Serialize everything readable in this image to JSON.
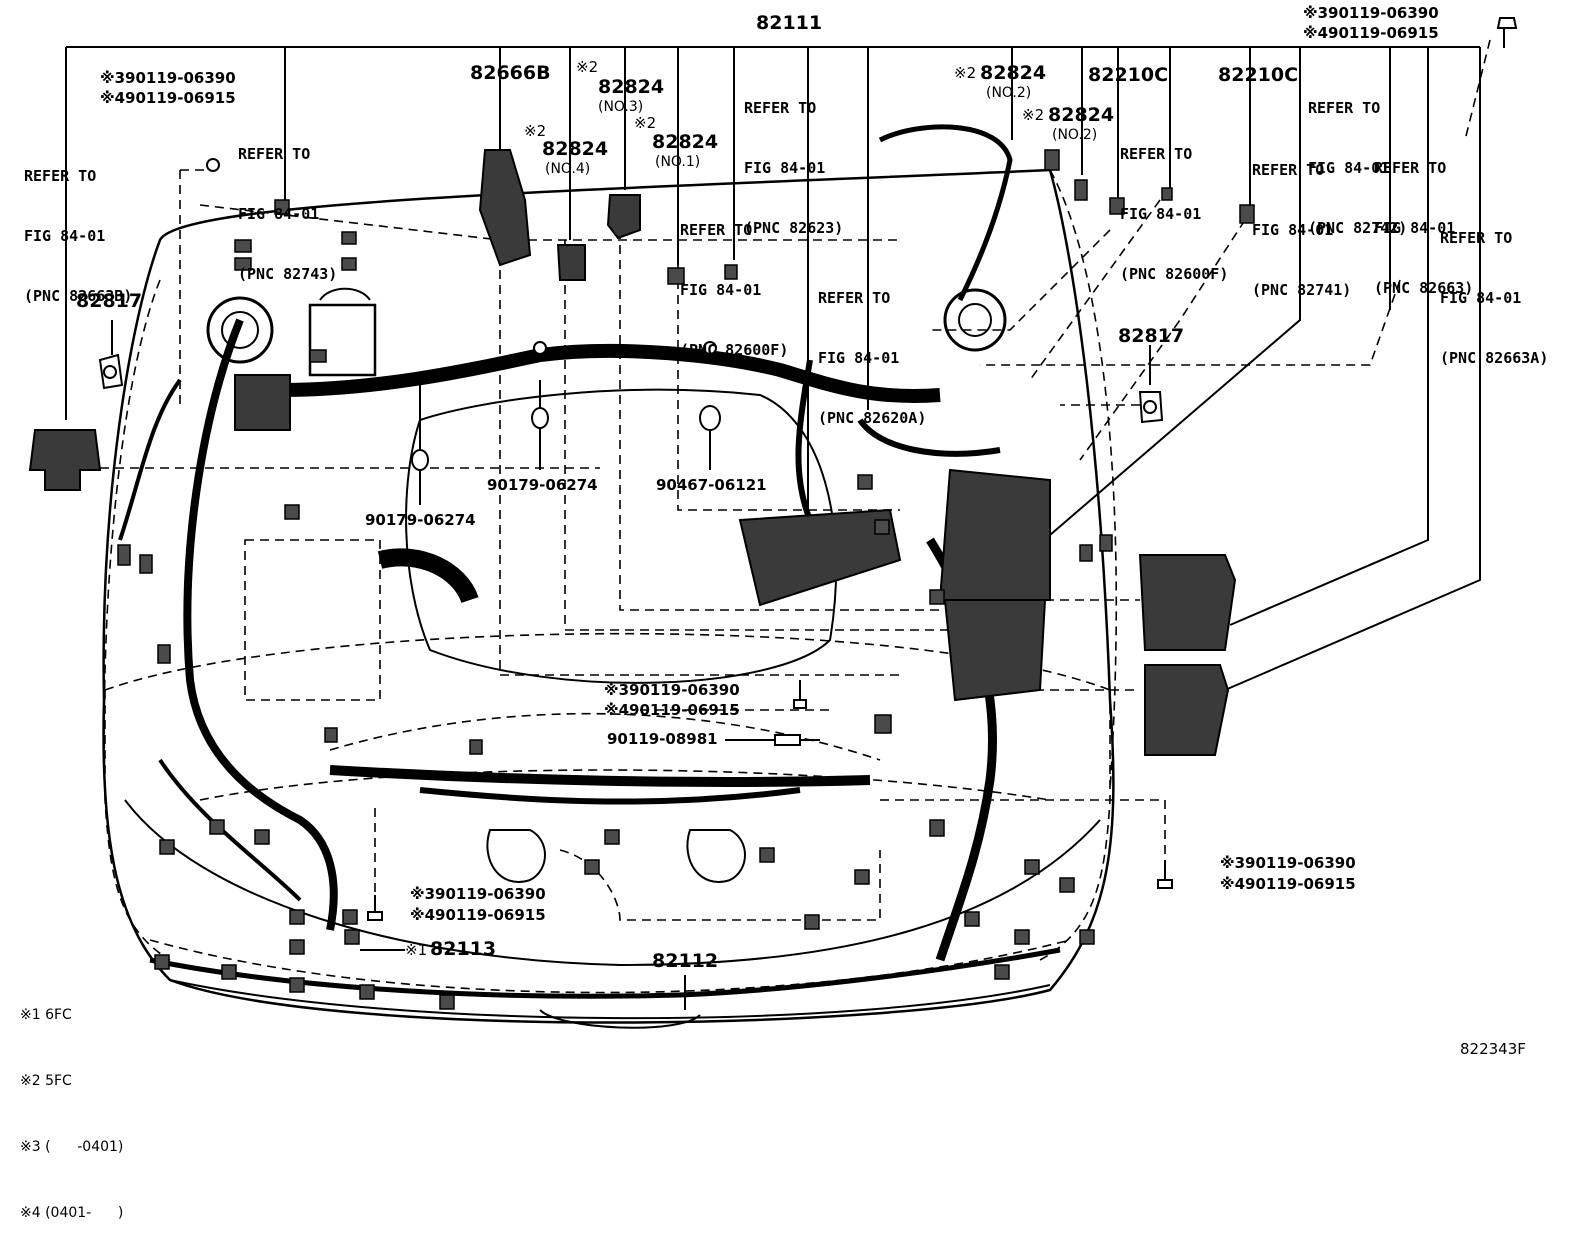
{
  "main_pnc": "82111",
  "harness_pnc_2": "82112",
  "callouts": {
    "refer_82663B": [
      "REFER TO",
      "FIG 84-01",
      "(PNC 82663B)"
    ],
    "refer_82743": [
      "REFER TO",
      "FIG 84-01",
      "(PNC 82743)"
    ],
    "refer_82623": [
      "REFER TO",
      "FIG 84-01",
      "(PNC 82623)"
    ],
    "refer_82600F_a": [
      "REFER TO",
      "FIG 84-01",
      "(PNC 82600F)"
    ],
    "refer_82620A": [
      "REFER TO",
      "FIG 84-01",
      "(PNC 82620A)"
    ],
    "refer_82600F_b": [
      "REFER TO",
      "FIG 84-01",
      "(PNC 82600F)"
    ],
    "refer_82741": [
      "REFER TO",
      "FIG 84-01",
      "(PNC 82741)"
    ],
    "refer_82742": [
      "REFER TO",
      "FIG 84-01",
      "(PNC 82742)"
    ],
    "refer_82663": [
      "REFER TO",
      "FIG 84-01",
      "(PNC 82663)"
    ],
    "refer_82663A": [
      "REFER TO",
      "FIG 84-01",
      "(PNC 82663A)"
    ]
  },
  "pnc_labels": {
    "p82666B": "82666B",
    "p82824_no3": "82824",
    "p82824_no3_sub": "(NO.3)",
    "p82824_no4": "82824",
    "p82824_no4_sub": "(NO.4)",
    "p82824_no1": "82824",
    "p82824_no1_sub": "(NO.1)",
    "p82824_no2a": "82824",
    "p82824_no2a_sub": "(NO.2)",
    "p82824_no2b": "82824",
    "p82824_no2b_sub": "(NO.2)",
    "p82210C_a": "82210C",
    "p82210C_b": "82210C",
    "p82817_left": "82817",
    "p82817_right": "82817",
    "p82113": "82113"
  },
  "marks": {
    "m1": "※1",
    "m2": "※2",
    "m3": "※3",
    "m4": "※4"
  },
  "parts": {
    "bolt_a_3": "90119-06390",
    "bolt_a_4": "90119-06915",
    "bolt_b_3": "90119-06390",
    "bolt_b_4": "90119-06915",
    "bolt_c_3": "90119-06390",
    "bolt_c_4": "90119-06915",
    "bolt_d_3": "90119-06390",
    "bolt_d_4": "90119-06915",
    "bolt_e_3": "90119-06390",
    "bolt_e_4": "90119-06915",
    "bolt_f": "90119-08981",
    "grommet_a": "90179-06274",
    "grommet_b": "90179-06274",
    "grommet_c": "90467-06121"
  },
  "legend": [
    "※1 6FC",
    "※2 5FC",
    "※3 (      -0401)",
    "※4 (0401-      )"
  ],
  "figure_number": "822343F"
}
